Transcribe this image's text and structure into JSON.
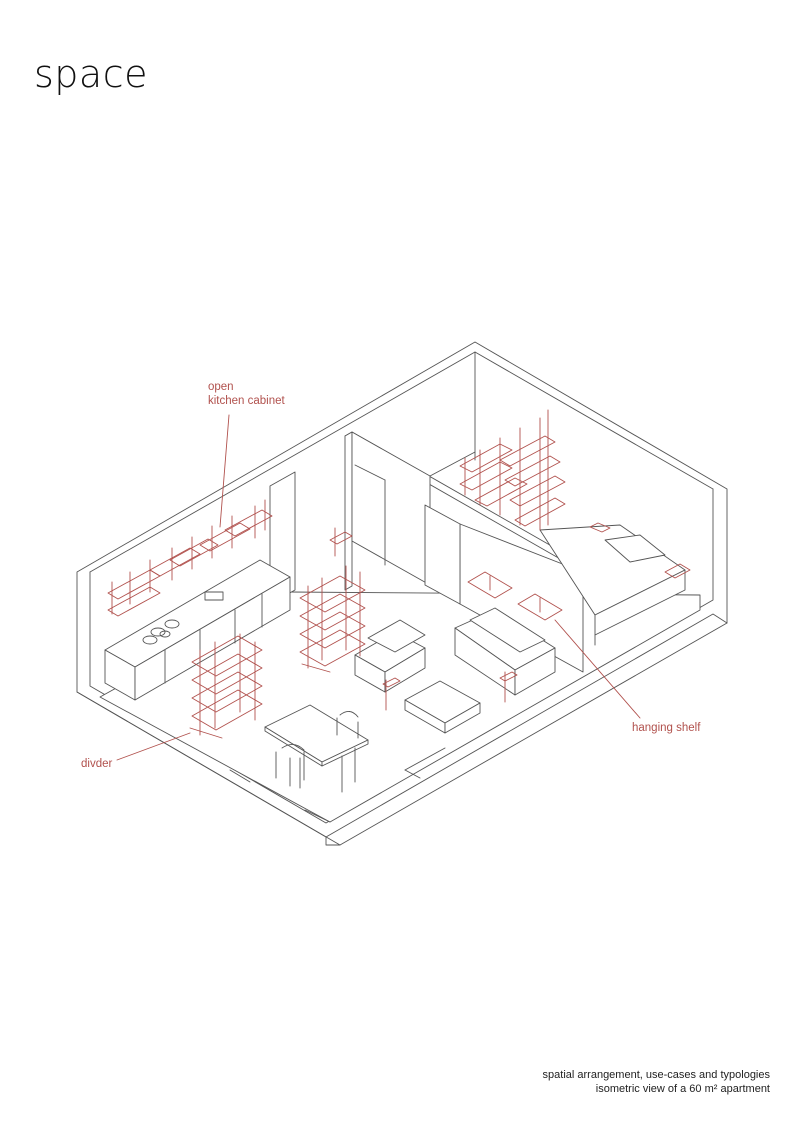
{
  "title": "space",
  "labels": {
    "kitchen_line1": "open",
    "kitchen_line2": "kitchen cabinet",
    "hanging_shelf": "hanging shelf",
    "divider": "divder"
  },
  "caption": {
    "line1": "spatial arrangement, use-cases and typologies",
    "line2": "isometric view of a 60 m²  apartment"
  },
  "colors": {
    "line": "#555555",
    "accent": "#b1514d"
  }
}
